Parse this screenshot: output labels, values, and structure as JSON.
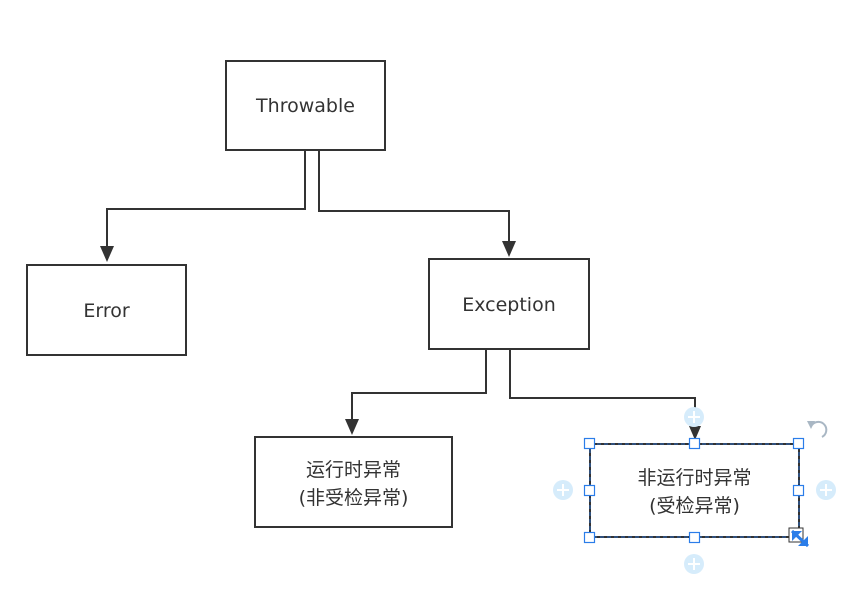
{
  "nodes": {
    "throwable": {
      "label": "Throwable"
    },
    "error": {
      "label": "Error"
    },
    "exception": {
      "label": "Exception"
    },
    "runtime_exception": {
      "line1": "运行时异常",
      "line2": "(非受检异常)"
    },
    "checked_exception": {
      "line1": "非运行时异常",
      "line2": "(受检异常)"
    }
  },
  "selection": {
    "selected_node": "checked_exception",
    "accent_color": "#2b7de9",
    "connect_point_color": "#d6ecfb"
  },
  "icons": {
    "rotate": "rotate-icon",
    "resize": "resize-icon",
    "connect": "connect-point-icon"
  }
}
